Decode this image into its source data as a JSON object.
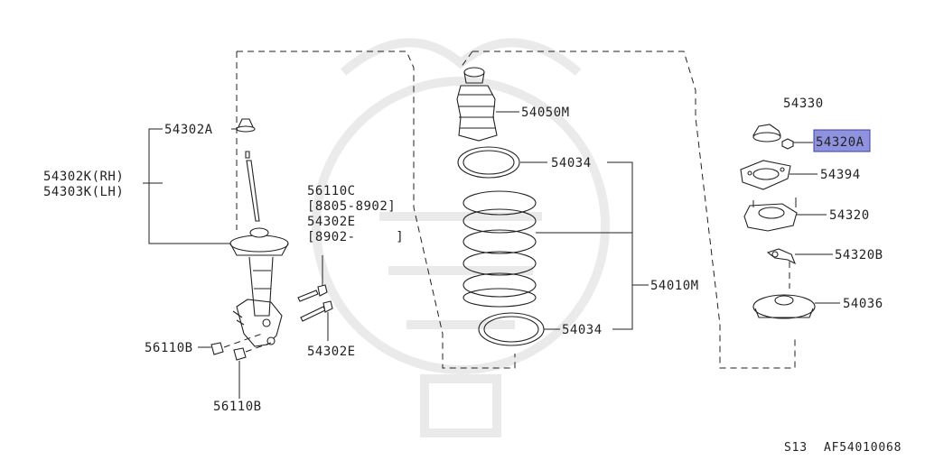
{
  "labels": {
    "p54302A": "54302A",
    "p54302K": "54302K(RH)",
    "p54303K": "54303K(LH)",
    "p56110C": "56110C",
    "p8805": "[8805-8902]",
    "p54302E_top": "54302E",
    "p8902": "[8902-     ]",
    "p54302E_bot": "54302E",
    "p56110B_left": "56110B",
    "p56110B_bottom": "56110B",
    "p54050M": "54050M",
    "p54034_top": "54034",
    "p54010M": "54010M",
    "p54034_bot": "54034",
    "p54330": "54330",
    "p54320A": "54320A",
    "p54394": "54394",
    "p54320": "54320",
    "p54320B": "54320B",
    "p54036": "54036"
  },
  "footer": {
    "model": "S13",
    "diagram_code": "AF54010068"
  },
  "colors": {
    "highlight": "#8f93df",
    "line": "#222222"
  }
}
